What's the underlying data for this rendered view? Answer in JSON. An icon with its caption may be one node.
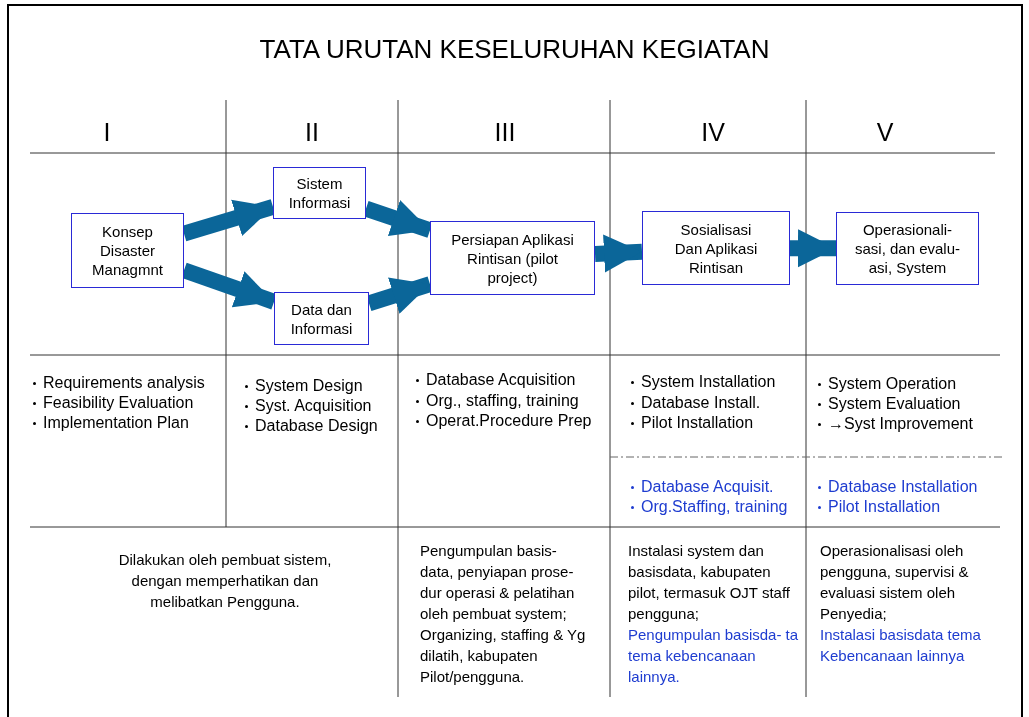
{
  "diagram": {
    "title": "TATA URUTAN KESELURUHAN KEGIATAN",
    "nodes": [
      {
        "text": [
          "Konsep Disaster Managmnt"
        ]
      },
      {
        "text": [
          "Sistem Informasi"
        ]
      },
      {
        "text": [
          "Data dan Informasi"
        ]
      },
      {
        "text": [
          "Persiapan Aplikasi Rintisan (pilot project)"
        ]
      },
      {
        "text": [
          "Sosialisasi Dan Aplikasi Rintisan"
        ]
      },
      {
        "text": [
          "Operasionali- sasi, dan evalu- asi, System"
        ]
      }
    ],
    "edges": [
      {
        "from": 0,
        "to": 1,
        "arrow": "to"
      },
      {
        "from": 0,
        "to": 2,
        "arrow": "to"
      },
      {
        "from": 1,
        "to": 3,
        "arrow": "to"
      },
      {
        "from": 2,
        "to": 3,
        "arrow": "to"
      },
      {
        "from": 3,
        "to": 4,
        "arrow": "to"
      },
      {
        "from": 4,
        "to": 5,
        "arrow": "to"
      }
    ],
    "labels": [
      "I",
      "II",
      "III",
      "IV",
      "V",
      "Requirements analysis",
      "Feasibility Evaluation",
      "Implementation Plan",
      "System Design",
      "Syst. Acquisition",
      "Database Design",
      "Database Acquisition",
      "Org., staffing, training",
      "Operat.Procedure Prep",
      "System Installation",
      "Database Install.",
      "Pilot Installation",
      "System Operation",
      "System Evaluation",
      "→Syst Improvement",
      "Database Acquisit.",
      "Org.Staffing, training",
      "Database Installation",
      "Pilot Installation",
      "Dilakukan oleh pembuat sistem, dengan memperhatikan dan melibatkan Pengguna.",
      "Pengumpulan basis- data, penyiapan prose- dur operasi & pelatihan oleh pembuat system; Organizing, staffing & Yg dilatih, kabupaten Pilot/pengguna.",
      "Instalasi system dan basisdata, kabupaten pilot, termasuk OJT staff pengguna;",
      "Pengumpulan basisda- ta tema kebencanaan lainnya.",
      "Operasionalisasi oleh pengguna, supervisi & evaluasi sistem oleh Penyedia;",
      "Instalasi basisdata tema Kebencanaan lainnya"
    ]
  }
}
